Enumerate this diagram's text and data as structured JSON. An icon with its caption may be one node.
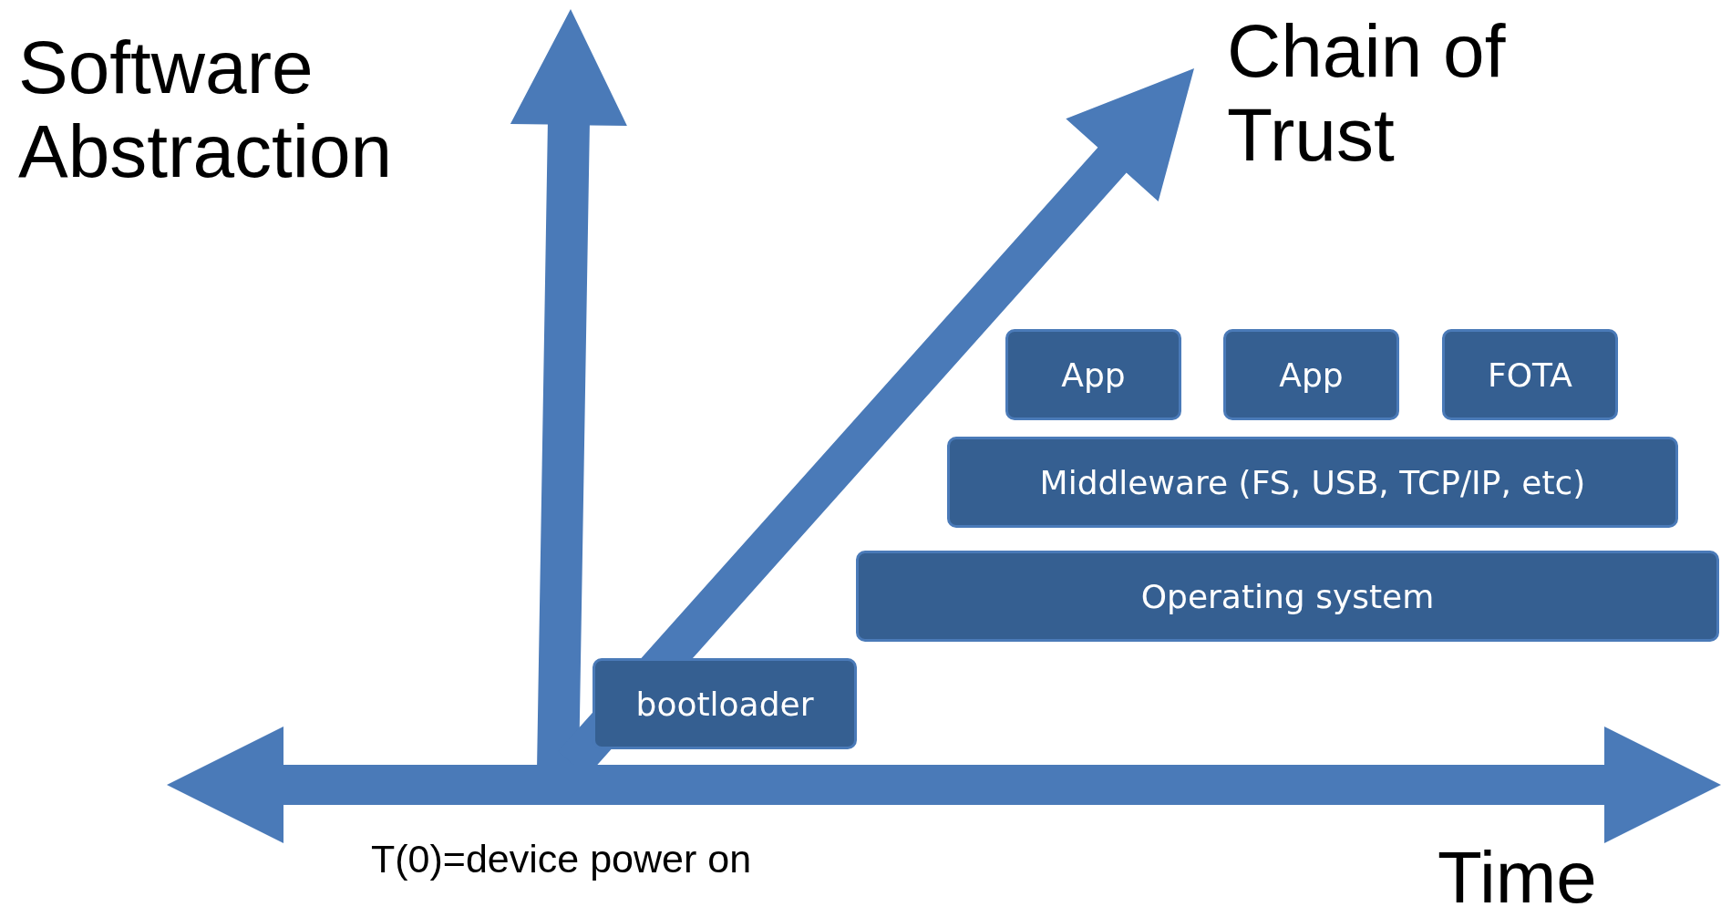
{
  "diagram": {
    "nodes": [
      {
        "text": [
          "App"
        ]
      },
      {
        "text": [
          "App"
        ]
      },
      {
        "text": [
          "FOTA"
        ]
      },
      {
        "text": [
          "Middleware (FS, USB, TCP/IP, etc)"
        ]
      },
      {
        "text": [
          "Operating system"
        ]
      },
      {
        "text": [
          "bootloader"
        ]
      }
    ],
    "edges": [],
    "labels": [
      "Software Abstraction",
      "Chain of Trust",
      "T(0)=device power on",
      "Time"
    ]
  }
}
